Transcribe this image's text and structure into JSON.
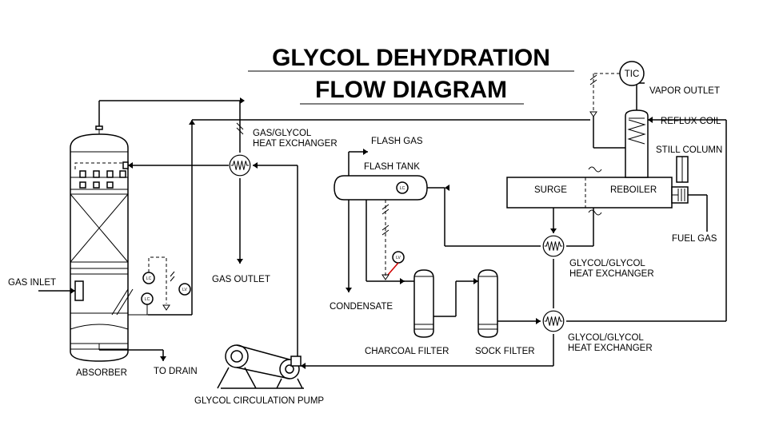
{
  "title": {
    "line1": "GLYCOL DEHYDRATION",
    "line2": "FLOW DIAGRAM"
  },
  "labels": {
    "tic": "TIC",
    "vapor_outlet": "VAPOR OUTLET",
    "reflux_coil": "REFLUX COIL",
    "gas_glycol_hx_1": "GAS/GLYCOL",
    "gas_glycol_hx_2": "HEAT EXCHANGER",
    "flash_gas": "FLASH GAS",
    "still_column": "STILL COLUMN",
    "flash_tank": "FLASH TANK",
    "surge": "SURGE",
    "reboiler": "REBOILER",
    "fuel_gas": "FUEL GAS",
    "glycol_hx_top_1": "GLYCOL/GLYCOL",
    "glycol_hx_top_2": "HEAT EXCHANGER",
    "gas_inlet": "GAS INLET",
    "gas_outlet": "GAS OUTLET",
    "condensate": "CONDENSATE",
    "charcoal_filter": "CHARCOAL FILTER",
    "sock_filter": "SOCK FILTER",
    "glycol_hx_bottom_1": "GLYCOL/GLYCOL",
    "glycol_hx_bottom_2": "HEAT EXCHANGER",
    "absorber": "ABSORBER",
    "to_drain": "TO DRAIN",
    "pump": "GLYCOL CIRCULATION PUMP"
  },
  "instrument_tags": {
    "lc": "LC",
    "lv": "LV"
  }
}
